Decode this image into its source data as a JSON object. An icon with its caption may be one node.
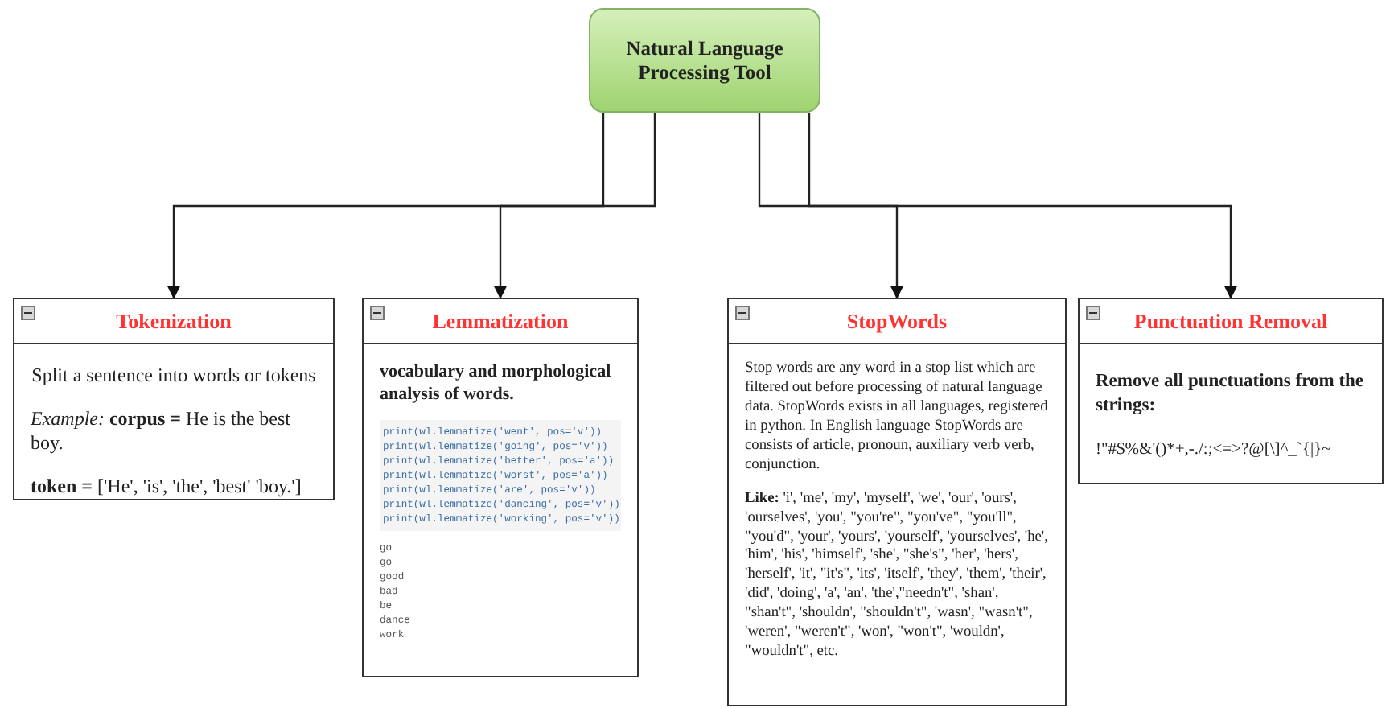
{
  "diagram": {
    "nodes": [
      {
        "text": [
          "Natural Language Processing Tool"
        ]
      },
      {
        "text": [
          "Tokenization",
          "Split a sentence into words or tokens",
          "*Example:* **corpus =** He is the best boy.",
          "**token =** ['He', 'is', 'the', 'best' 'boy.']"
        ]
      },
      {
        "text": [
          "Lemmatization",
          "vocabulary and morphological analysis of words.",
          "print(wl.lemmatize('went', pos='v'))",
          "print(wl.lemmatize('going', pos='v'))",
          "print(wl.lemmatize('better', pos='a'))",
          "print(wl.lemmatize('worst', pos='a'))",
          "print(wl.lemmatize('are', pos='v'))",
          "print(wl.lemmatize('dancing', pos='v'))",
          "print(wl.lemmatize('working', pos='v'))",
          "go",
          "go",
          "good",
          "bad",
          "be",
          "dance",
          "work"
        ]
      },
      {
        "text": [
          "StopWords",
          "Stop words are any word in a stop list which are filtered out before processing of natural language data. StopWords exists in all languages, registered in python. In English language StopWords are consists of article, pronoun, auxiliary verb verb, conjunction.",
          "**Like:** 'i', 'me', 'my', 'myself', 'we', 'our', 'ours', 'ourselves', 'you', \"you're\", \"you've\", \"you'll\", \"you'd\", 'your', 'yours', 'yourself', 'yourselves', 'he', 'him', 'his', 'himself', 'she', \"she's\", 'her', 'hers', 'herself', 'it', \"it's\", 'its', 'itself', 'they', 'them', 'their',  'did', 'doing', 'a', 'an', 'the',\"needn't\", 'shan', \"shan't\", 'shouldn', \"shouldn't\", 'wasn', \"wasn't\", 'weren', \"weren't\", 'won', \"won't\", 'wouldn', \"wouldn't\", etc."
        ]
      },
      {
        "text": [
          "Punctuation Removal",
          "Remove all punctuations from the strings:",
          "!\"#$%&'()*+,-./:;<=>?@[\\]^_`{|}~"
        ]
      }
    ],
    "edges": [
      {
        "from": 0,
        "to": 1,
        "arrow": "to"
      },
      {
        "from": 0,
        "to": 2,
        "arrow": "to"
      },
      {
        "from": 0,
        "to": 3,
        "arrow": "to"
      },
      {
        "from": 0,
        "to": 4,
        "arrow": "to"
      }
    ]
  }
}
